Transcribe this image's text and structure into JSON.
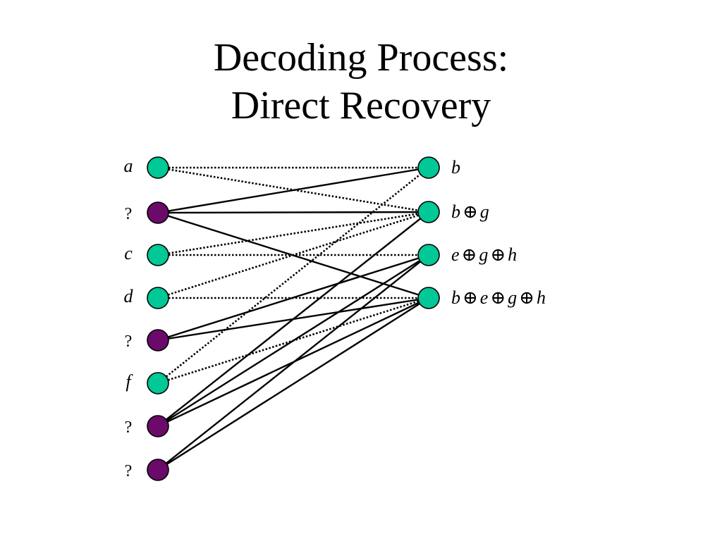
{
  "title": {
    "line1": "Decoding Process:",
    "line2": "Direct Recovery"
  },
  "colors": {
    "known_node": "#00c896",
    "unknown_node": "#6b0a6b",
    "edge": "#000000"
  },
  "left_nodes": [
    {
      "id": "a",
      "label": "a",
      "known": true
    },
    {
      "id": "q1",
      "label": "?",
      "known": false
    },
    {
      "id": "c",
      "label": "c",
      "known": true
    },
    {
      "id": "d",
      "label": "d",
      "known": true
    },
    {
      "id": "q2",
      "label": "?",
      "known": false
    },
    {
      "id": "f",
      "label": "f",
      "known": true
    },
    {
      "id": "q3",
      "label": "?",
      "known": false
    },
    {
      "id": "q4",
      "label": "?",
      "known": false
    }
  ],
  "right_nodes": [
    {
      "id": "r0",
      "parts": [
        "b"
      ]
    },
    {
      "id": "r1",
      "parts": [
        "b",
        "⊕",
        "g"
      ]
    },
    {
      "id": "r2",
      "parts": [
        "e",
        "⊕",
        "g",
        "⊕",
        "h"
      ]
    },
    {
      "id": "r3",
      "parts": [
        "b",
        "⊕",
        "e",
        "⊕",
        "g",
        "⊕",
        "h"
      ]
    }
  ],
  "edges": [
    {
      "from": "a",
      "to": "r0",
      "style": "dotted"
    },
    {
      "from": "a",
      "to": "r1",
      "style": "dotted"
    },
    {
      "from": "q1",
      "to": "r0",
      "style": "solid"
    },
    {
      "from": "q1",
      "to": "r1",
      "style": "solid"
    },
    {
      "from": "q1",
      "to": "r3",
      "style": "solid"
    },
    {
      "from": "c",
      "to": "r1",
      "style": "dotted"
    },
    {
      "from": "c",
      "to": "r2",
      "style": "dotted"
    },
    {
      "from": "d",
      "to": "r1",
      "style": "dotted"
    },
    {
      "from": "d",
      "to": "r3",
      "style": "dotted"
    },
    {
      "from": "q2",
      "to": "r2",
      "style": "solid"
    },
    {
      "from": "q2",
      "to": "r3",
      "style": "solid"
    },
    {
      "from": "f",
      "to": "r0",
      "style": "dotted"
    },
    {
      "from": "f",
      "to": "r3",
      "style": "dotted"
    },
    {
      "from": "q3",
      "to": "r1",
      "style": "solid"
    },
    {
      "from": "q3",
      "to": "r2",
      "style": "solid"
    },
    {
      "from": "q3",
      "to": "r3",
      "style": "solid"
    },
    {
      "from": "q4",
      "to": "r2",
      "style": "solid"
    },
    {
      "from": "q4",
      "to": "r3",
      "style": "solid"
    }
  ]
}
